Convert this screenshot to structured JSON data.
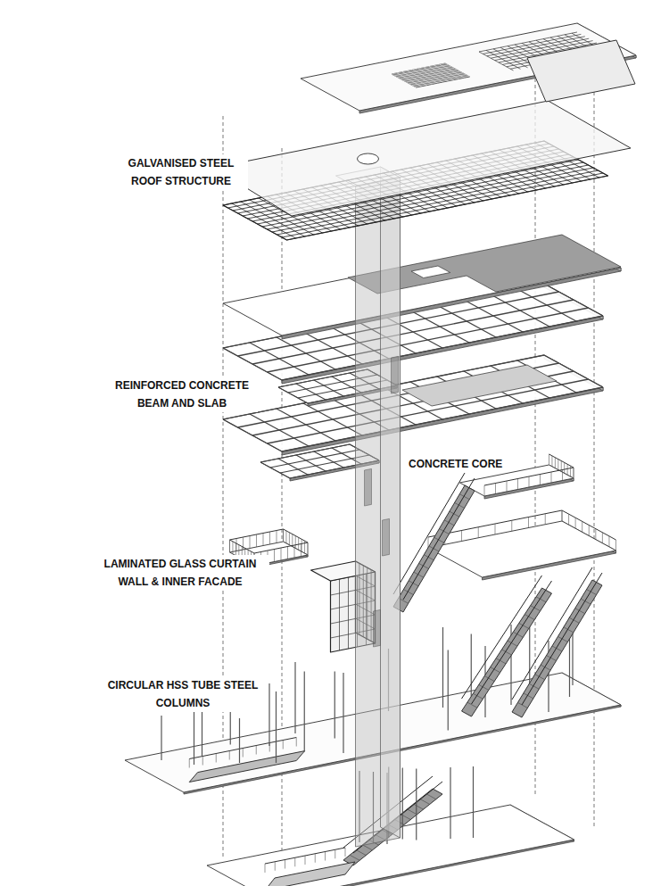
{
  "diagram": {
    "labels": [
      "GALVANISED STEEL ROOF STRUCTURE",
      "REINFORCED CONCRETE BEAM AND SLAB",
      "CONCRETE CORE",
      "LAMINATED GLASS CURTAIN WALL & INNER FACADE",
      "CIRCULAR HSS TUBE STEEL COLUMNS"
    ]
  }
}
